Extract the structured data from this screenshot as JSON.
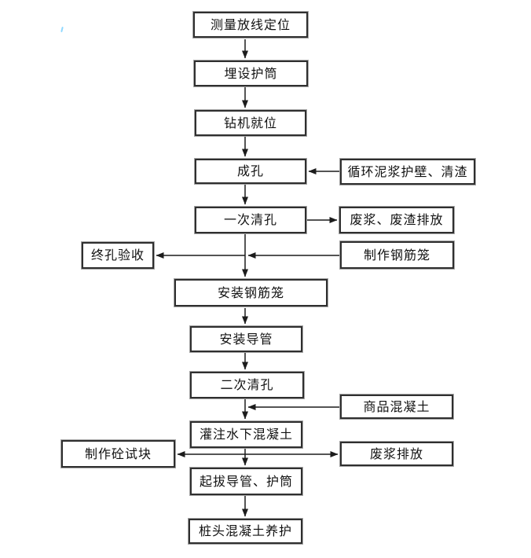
{
  "diagram": {
    "type": "flowchart",
    "language": "zh",
    "nodes": {
      "survey": {
        "label": "测量放线定位"
      },
      "casing": {
        "label": "埋设护筒"
      },
      "rig": {
        "label": "钻机就位"
      },
      "drilling": {
        "label": "成孔"
      },
      "mud": {
        "label": "循环泥浆护壁、清渣"
      },
      "clean1": {
        "label": "一次清孔"
      },
      "waste1": {
        "label": "废浆、废渣排放"
      },
      "accept": {
        "label": "终孔验收"
      },
      "cage_make": {
        "label": "制作钢筋笼"
      },
      "cage_install": {
        "label": "安装钢筋笼"
      },
      "pipe": {
        "label": "安装导管"
      },
      "clean2": {
        "label": "二次清孔"
      },
      "concrete": {
        "label": "商品混凝土"
      },
      "pour": {
        "label": "灌注水下混凝土"
      },
      "testblock": {
        "label": "制作砼试块"
      },
      "waste2": {
        "label": "废浆排放"
      },
      "pullout": {
        "label": "起拔导管、护筒"
      },
      "curing": {
        "label": "桩头混凝土养护"
      }
    },
    "edges": [
      {
        "from": "survey",
        "to": "casing"
      },
      {
        "from": "casing",
        "to": "rig"
      },
      {
        "from": "rig",
        "to": "drilling"
      },
      {
        "from": "mud",
        "to": "drilling"
      },
      {
        "from": "drilling",
        "to": "clean1"
      },
      {
        "from": "clean1",
        "to": "waste1"
      },
      {
        "from": "clean1",
        "to": "accept"
      },
      {
        "from": "cage_make",
        "to": "cage_install"
      },
      {
        "from": "clean1",
        "to": "cage_install"
      },
      {
        "from": "cage_install",
        "to": "pipe"
      },
      {
        "from": "pipe",
        "to": "clean2"
      },
      {
        "from": "clean2",
        "to": "pour"
      },
      {
        "from": "concrete",
        "to": "pour"
      },
      {
        "from": "pour",
        "to": "testblock"
      },
      {
        "from": "pour",
        "to": "waste2"
      },
      {
        "from": "pour",
        "to": "pullout"
      },
      {
        "from": "pullout",
        "to": "curing"
      }
    ],
    "colors": {
      "background": "#ffffff",
      "box_fill": "#ffffff",
      "box_border": "#2f2f2f",
      "box_outer_ring": "#a3a3a3",
      "arrow_line": "#1c1c1c",
      "text": "#111111",
      "stray_mark": "#8fd8ff"
    }
  }
}
